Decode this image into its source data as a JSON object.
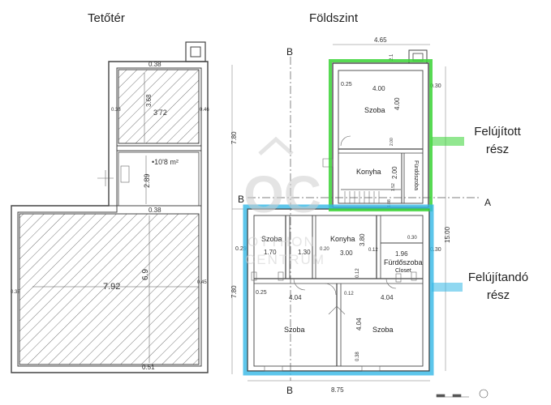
{
  "titles": {
    "attic": "Tetőtér",
    "ground": "Földszint"
  },
  "callouts": {
    "renovated": [
      "Felújított",
      "rész"
    ],
    "to_renovate": [
      "Felújítandó",
      "rész"
    ]
  },
  "section_marks": {
    "b": "B",
    "a": "A"
  },
  "watermark": {
    "logo": "OC",
    "line1": "OTTHON",
    "line2": "CENTRUM"
  },
  "colors": {
    "renovated": "#39d335",
    "to_renovate": "#35b8e6",
    "wall": "#4a4a4a"
  },
  "attic": {
    "dims": {
      "top_wall": "0.38",
      "room1_h": "3.68",
      "room1_w": "3'72",
      "left_small": "0.38",
      "right_small": "0.46",
      "area": "•10'8 m²",
      "room2_h": "2.89",
      "mid_wall": "0.38",
      "big_w": "7.92",
      "big_h": "6.9",
      "left_big": "0.38",
      "right_big": "0.45",
      "bottom_wall": "0.51"
    }
  },
  "ground": {
    "rooms": {
      "szoba_top": "Szoba",
      "konyha_top": "Konyha",
      "furdo_top": "Fürdőszoba",
      "szoba_small": "Szoba",
      "konyha_bottom": "Konyha",
      "furdo_bottom": "Fürdőszoba",
      "closet": "Closet",
      "szoba_bl": "Szoba",
      "szoba_br": "Szoba"
    },
    "dims": {
      "width_top": "4.65",
      "top_wall": "2.1",
      "left_wall_top": "0.25",
      "inner_w": "4.00",
      "right_wall_top": "0.30",
      "inner_h": "4.00",
      "left_780_top": "7.80",
      "konyha_h": "2.00",
      "door_h": "2.00",
      "v_152": "1.52",
      "v_108": "1.08",
      "total_h": "15.00",
      "left_029": "0.29",
      "w_170": "1.70",
      "w_130": "1.30",
      "w_020": "0.20",
      "w_300": "3.00",
      "h_380": "3.80",
      "w_012a": "0.12",
      "w_196": "1.96",
      "w_030r": "0.30",
      "w_030b": "0.30",
      "v_012": "0.12",
      "left_780_bottom": "7.80",
      "w_025b": "0.25",
      "w_404l": "4.04",
      "w_012b": "0.12",
      "w_404r": "4.04",
      "h_404": "4.04",
      "w_038": "0.38",
      "width_bottom": "8.75"
    }
  }
}
